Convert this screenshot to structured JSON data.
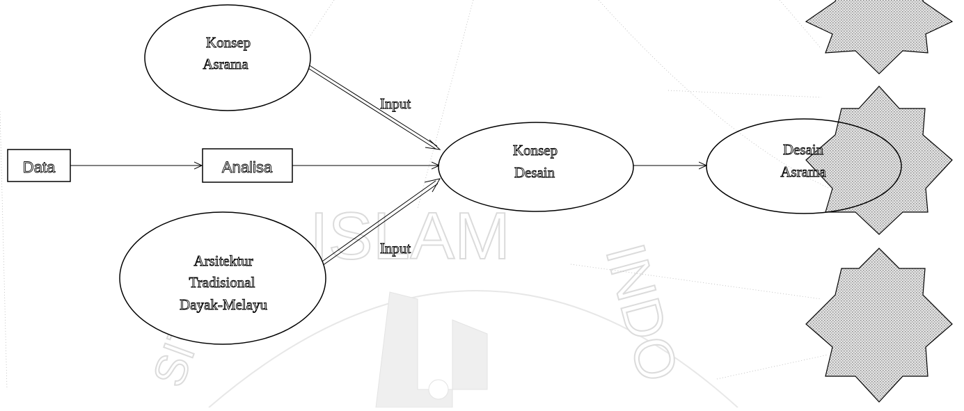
{
  "watermark": {
    "text": "ISLAM",
    "text_secondary": "INDO",
    "text_left": "SITAS",
    "color": "#c8c8c8"
  },
  "nodes": {
    "data": "Data",
    "analisa": "Analisa",
    "konsep_asrama": [
      "Konsep",
      "Asrama"
    ],
    "arsitektur": [
      "Arsitektur",
      "Tradisional",
      "Dayak-Melayu"
    ],
    "konsep_desain": [
      "Konsep",
      "Desain"
    ],
    "desain_asrama": [
      "Desain",
      "Asrama"
    ]
  },
  "edge_labels": {
    "input_top": "Input",
    "input_bottom": "Input"
  },
  "colors": {
    "stroke": "#000000",
    "star_fill": "#bdbdbd",
    "background": "#ffffff"
  }
}
